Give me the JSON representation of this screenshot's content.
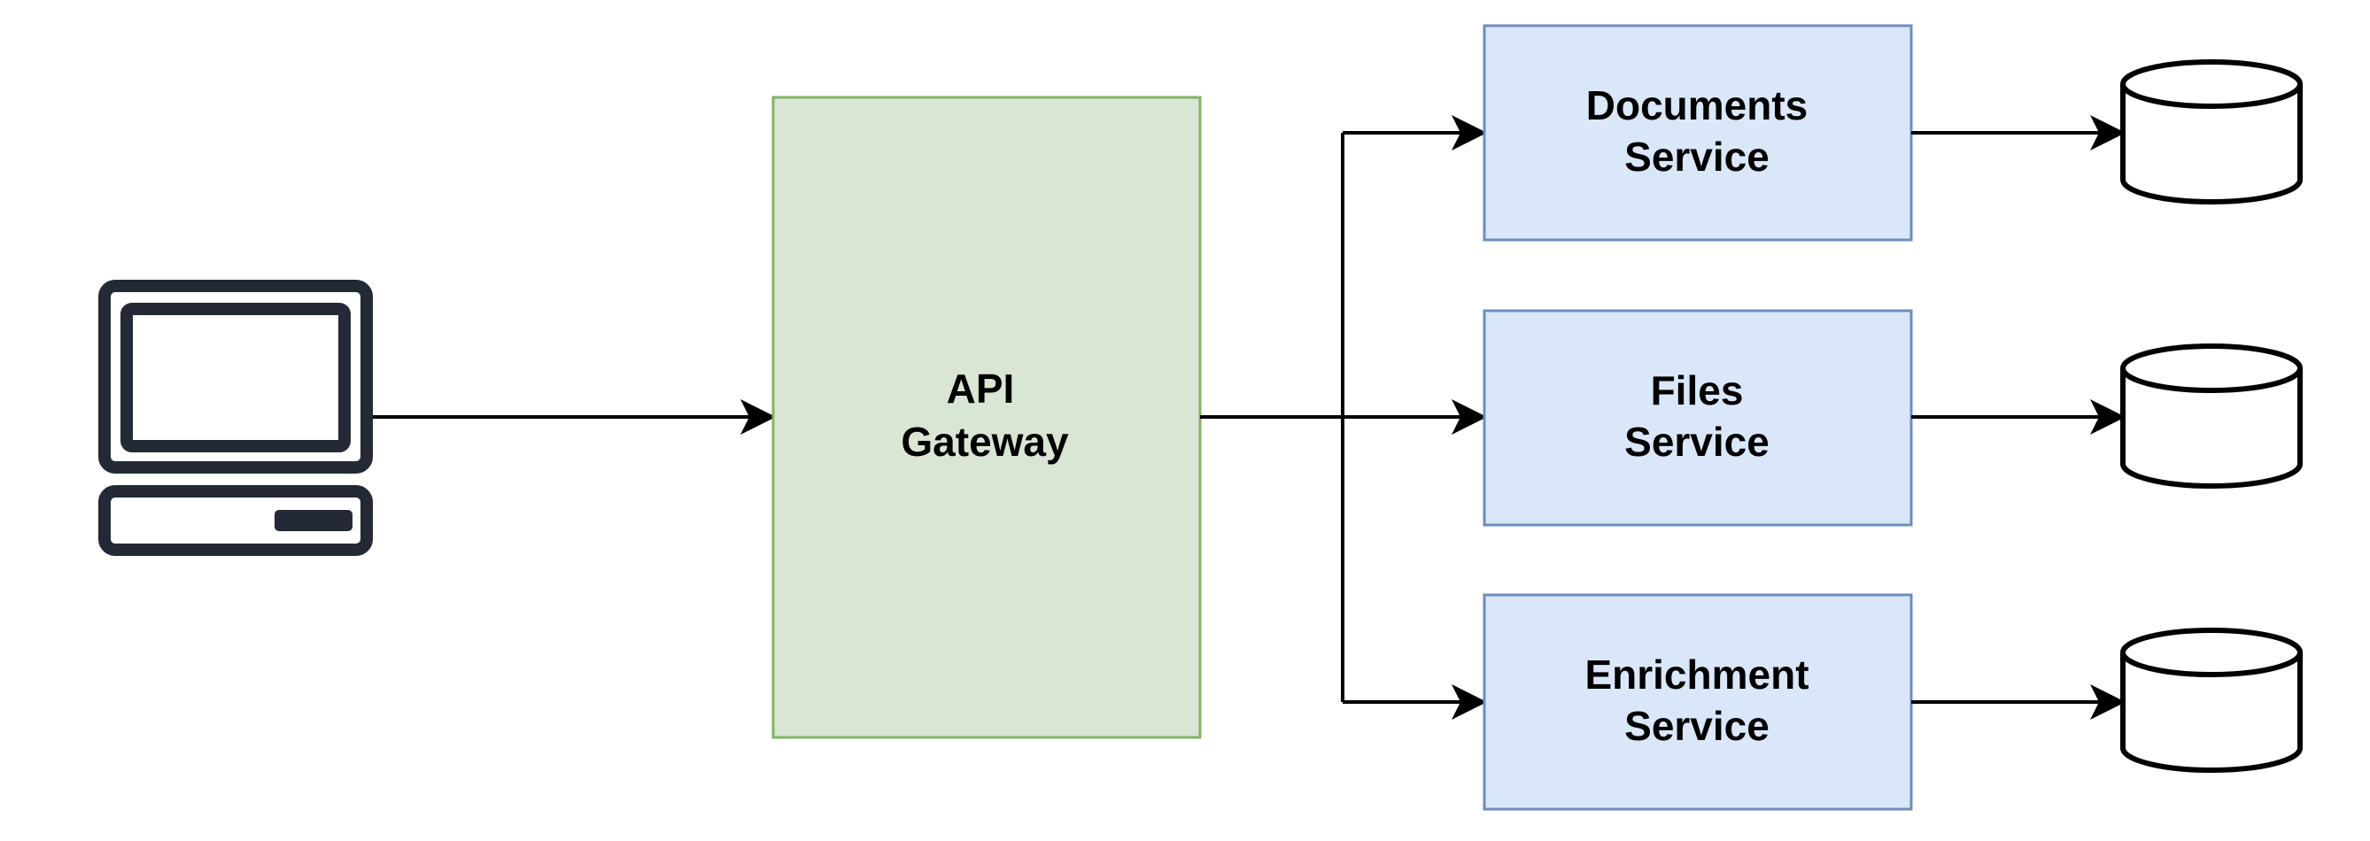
{
  "diagram": {
    "colors": {
      "gateway_fill": "#d9e6d4",
      "gateway_stroke": "#82b366",
      "service_fill": "#dae7f9",
      "service_stroke": "#6c8ebf",
      "line": "#000000",
      "computer": "#232a36"
    },
    "client": {
      "icon": "computer-icon"
    },
    "gateway": {
      "line1": "API",
      "line2": "Gateway"
    },
    "services": [
      {
        "line1": "Documents",
        "line2": "Service",
        "database_icon": "database-icon"
      },
      {
        "line1": "Files",
        "line2": "Service",
        "database_icon": "database-icon"
      },
      {
        "line1": "Enrichment",
        "line2": "Service",
        "database_icon": "database-icon"
      }
    ]
  }
}
